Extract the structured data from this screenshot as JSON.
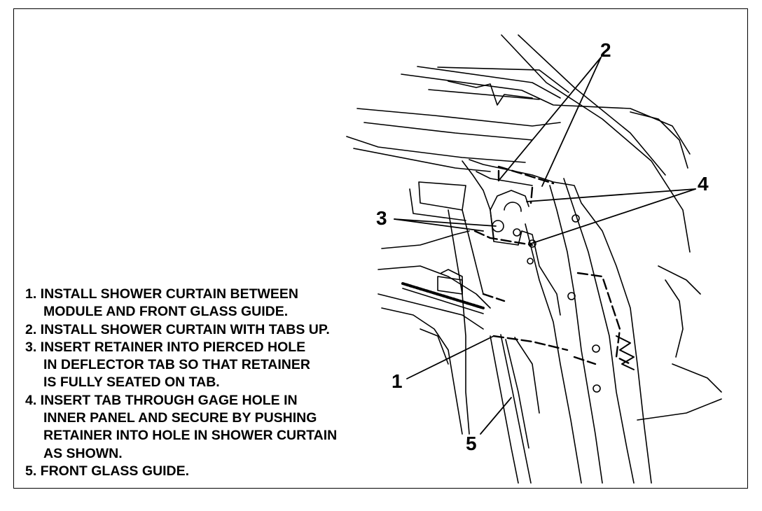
{
  "notes": [
    {
      "lines": [
        "1. INSTALL SHOWER CURTAIN BETWEEN",
        "MODULE AND FRONT GLASS GUIDE."
      ]
    },
    {
      "lines": [
        "2. INSTALL SHOWER CURTAIN WITH TABS UP."
      ]
    },
    {
      "lines": [
        "3. INSERT RETAINER INTO PIERCED HOLE",
        "IN DEFLECTOR TAB SO THAT RETAINER",
        "IS FULLY SEATED ON TAB."
      ]
    },
    {
      "lines": [
        "4. INSERT TAB THROUGH GAGE HOLE IN",
        "INNER PANEL AND SECURE BY PUSHING",
        "RETAINER INTO HOLE IN SHOWER CURTAIN",
        "AS SHOWN."
      ]
    },
    {
      "lines": [
        "5. FRONT GLASS GUIDE."
      ]
    }
  ],
  "callouts": {
    "c1": "1",
    "c2": "2",
    "c3": "3",
    "c4": "4",
    "c5": "5"
  }
}
